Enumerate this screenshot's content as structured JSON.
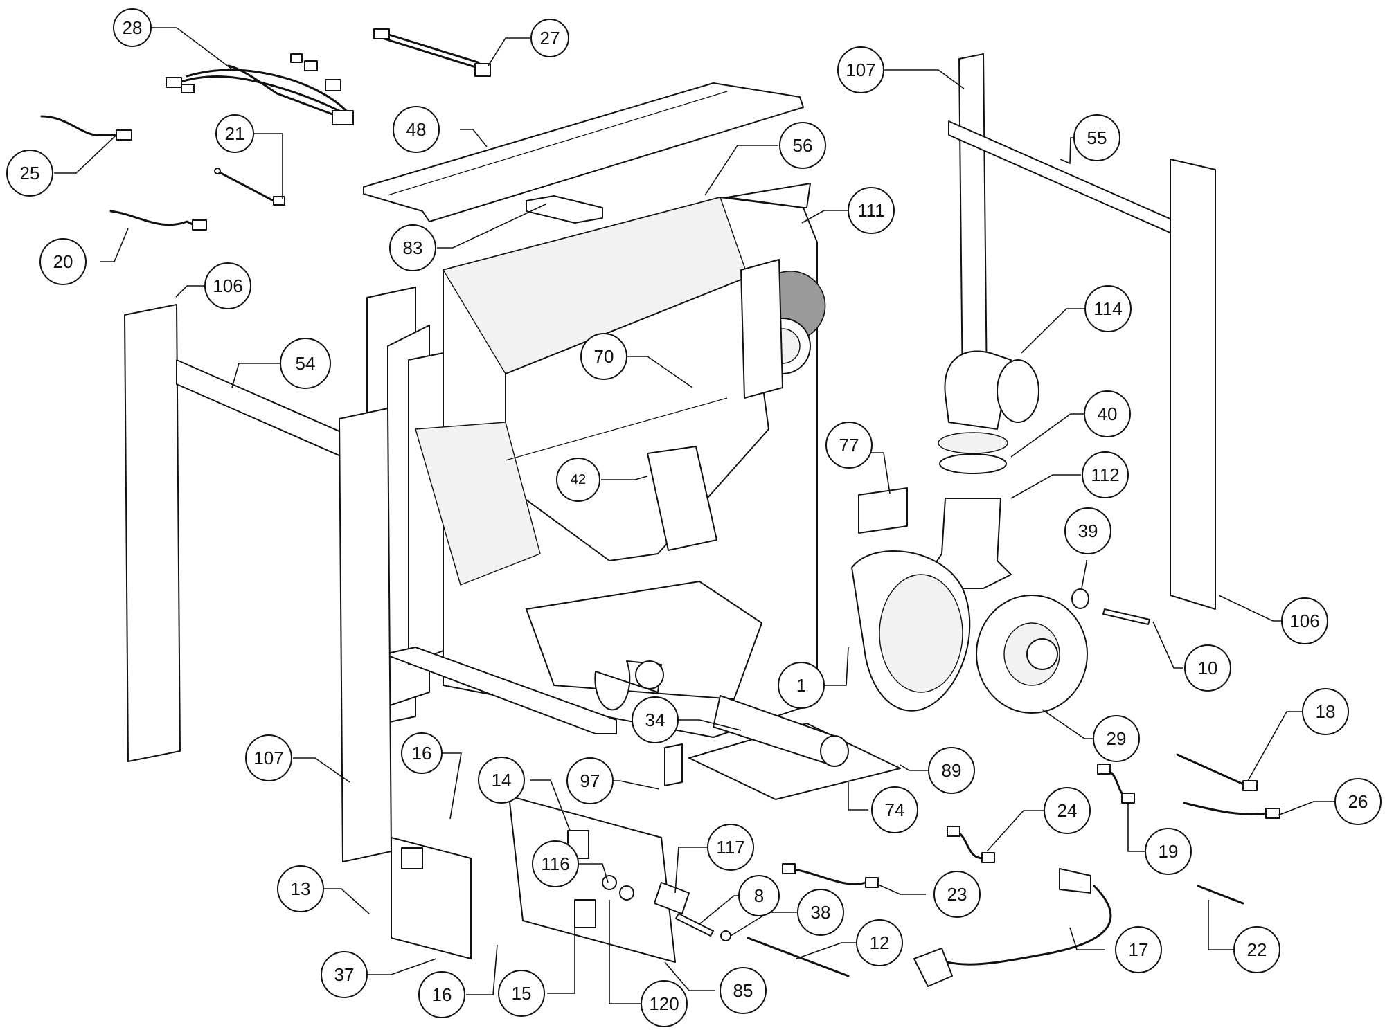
{
  "callouts": [
    {
      "id": "28",
      "label": "28"
    },
    {
      "id": "27",
      "label": "27"
    },
    {
      "id": "25",
      "label": "25"
    },
    {
      "id": "21",
      "label": "21"
    },
    {
      "id": "48",
      "label": "48"
    },
    {
      "id": "20",
      "label": "20"
    },
    {
      "id": "83",
      "label": "83"
    },
    {
      "id": "56",
      "label": "56"
    },
    {
      "id": "111",
      "label": "111"
    },
    {
      "id": "107-top",
      "label": "107"
    },
    {
      "id": "55",
      "label": "55"
    },
    {
      "id": "106-left",
      "label": "106"
    },
    {
      "id": "54",
      "label": "54"
    },
    {
      "id": "70",
      "label": "70"
    },
    {
      "id": "114",
      "label": "114"
    },
    {
      "id": "40",
      "label": "40"
    },
    {
      "id": "112",
      "label": "112"
    },
    {
      "id": "77",
      "label": "77"
    },
    {
      "id": "42",
      "label": "42"
    },
    {
      "id": "39",
      "label": "39"
    },
    {
      "id": "106-right",
      "label": "106"
    },
    {
      "id": "10",
      "label": "10"
    },
    {
      "id": "1",
      "label": "1"
    },
    {
      "id": "29",
      "label": "29"
    },
    {
      "id": "18",
      "label": "18"
    },
    {
      "id": "34",
      "label": "34"
    },
    {
      "id": "89",
      "label": "89"
    },
    {
      "id": "107-bottom",
      "label": "107"
    },
    {
      "id": "16-top",
      "label": "16"
    },
    {
      "id": "14",
      "label": "14"
    },
    {
      "id": "97",
      "label": "97"
    },
    {
      "id": "74",
      "label": "74"
    },
    {
      "id": "24",
      "label": "24"
    },
    {
      "id": "26",
      "label": "26"
    },
    {
      "id": "19",
      "label": "19"
    },
    {
      "id": "117",
      "label": "117"
    },
    {
      "id": "116",
      "label": "116"
    },
    {
      "id": "23",
      "label": "23"
    },
    {
      "id": "13",
      "label": "13"
    },
    {
      "id": "8",
      "label": "8"
    },
    {
      "id": "38",
      "label": "38"
    },
    {
      "id": "12",
      "label": "12"
    },
    {
      "id": "37",
      "label": "37"
    },
    {
      "id": "17",
      "label": "17"
    },
    {
      "id": "22",
      "label": "22"
    },
    {
      "id": "16-bottom",
      "label": "16"
    },
    {
      "id": "15",
      "label": "15"
    },
    {
      "id": "85",
      "label": "85"
    },
    {
      "id": "120",
      "label": "120"
    }
  ]
}
